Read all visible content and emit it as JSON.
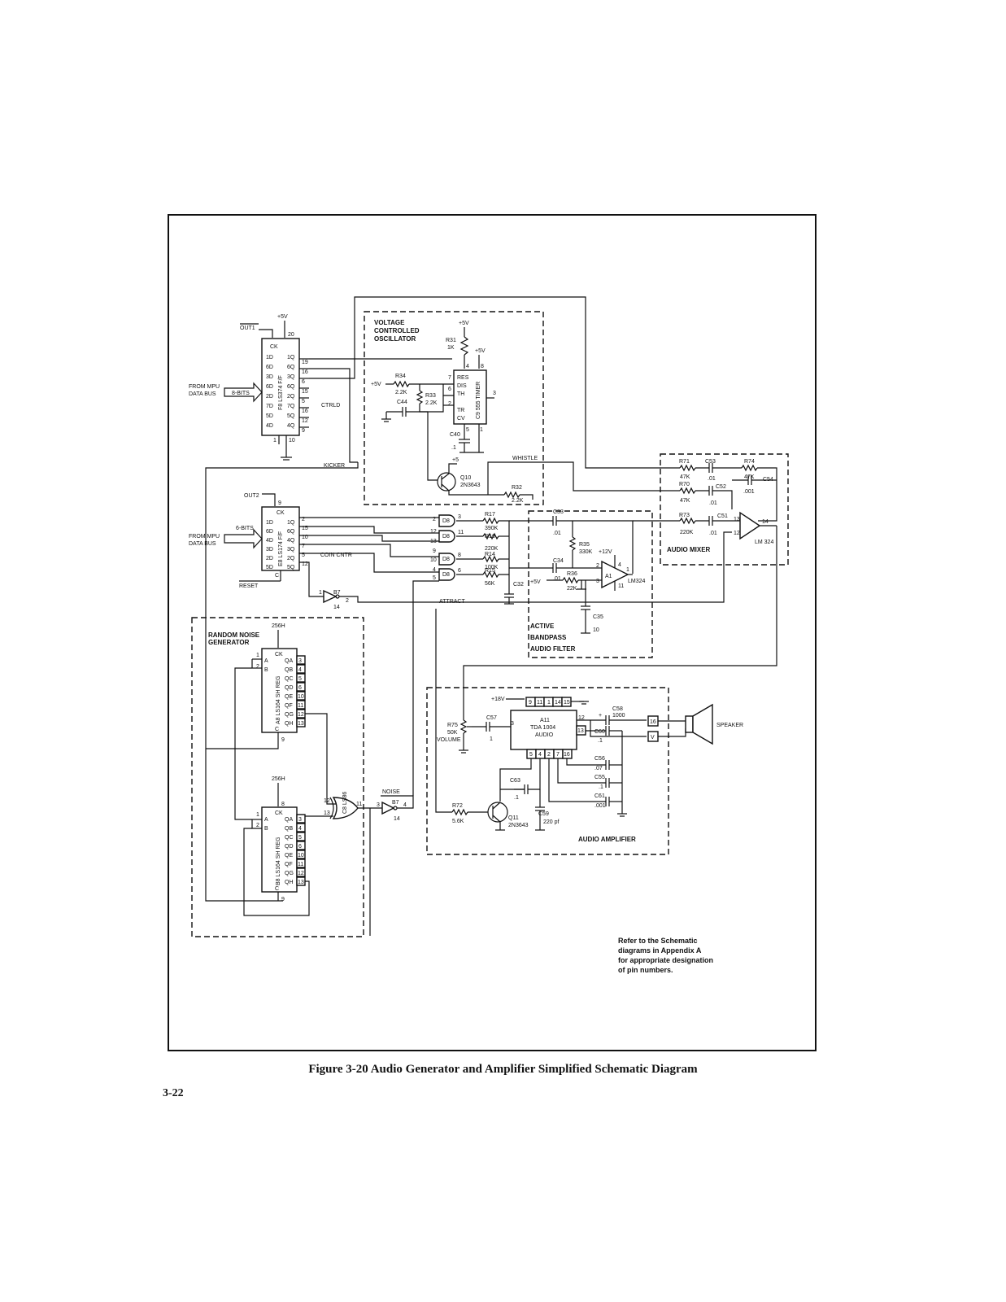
{
  "figure": {
    "caption": "Figure 3-20   Audio Generator and Amplifier Simplified Schematic Diagram",
    "page_number": "3-22",
    "note": [
      "Refer to the Schematic",
      "diagrams in Appendix A",
      "for appropriate designation",
      "of pin numbers."
    ]
  },
  "latch_top": {
    "vcc": "+5V",
    "pin_vcc": "20",
    "signal_ck": "OUT1",
    "part": "F8 LS374 F/F",
    "ck": "CK",
    "d_pins": [
      "1D",
      "6D",
      "3D",
      "6D",
      "2D",
      "7D",
      "5D",
      "4D"
    ],
    "q_pins": [
      "1Q",
      "6Q",
      "3Q",
      "6Q",
      "2Q",
      "7Q",
      "5Q",
      "4Q"
    ],
    "out_pins": [
      "19",
      "16",
      "6",
      "15",
      "5",
      "16",
      "12",
      "9"
    ],
    "gnd_pins": [
      "1",
      "10"
    ],
    "input_label": [
      "FROM MPU",
      "DATA BUS"
    ],
    "bus": "8-BITS",
    "ctrld": "CTRLD",
    "kicker": "KICKER"
  },
  "vco": {
    "title": [
      "VOLTAGE",
      "CONTROLLED",
      "OSCILLATOR"
    ],
    "vcc": "+5V",
    "r31": [
      "R31",
      "1K"
    ],
    "vcc2": "+5V",
    "r34": [
      "R34",
      "2.2K"
    ],
    "r33": [
      "R33",
      "2.2K"
    ],
    "c44": "C44",
    "vin": "+5V",
    "timer": "C9 555 TIMER",
    "pins_left": [
      "RES",
      "DIS",
      "TH",
      "TR",
      "CV"
    ],
    "pin_nums": [
      "4",
      "8",
      "7",
      "6",
      "2",
      "5",
      "1",
      "3"
    ],
    "c40": [
      "C40",
      ".1"
    ],
    "q10": [
      "Q10",
      "2N3643"
    ],
    "q_vcc": "+5",
    "r32": [
      "R32",
      "2.2K"
    ],
    "whistle": "WHISTLE"
  },
  "latch_bottom": {
    "signal_ck": "OUT2",
    "ck": "CK",
    "part": "E8 LS174 F/F",
    "d_pins": [
      "1D",
      "6D",
      "4D",
      "3D",
      "2D",
      "5D"
    ],
    "q_pins": [
      "1Q",
      "6Q",
      "4Q",
      "3Q",
      "2Q",
      "5Q"
    ],
    "out_pins": [
      "2",
      "15",
      "10",
      "7",
      "5",
      "12"
    ],
    "input_label": [
      "FROM MPU",
      "DATA BUS"
    ],
    "bus": "6-BITS",
    "pin_ck": "9",
    "clr": "C",
    "reset": "RESET",
    "coin": "COIN CNTR"
  },
  "gates": {
    "nand": [
      "D8",
      "D8",
      "D8",
      "D8"
    ],
    "pins": [
      "2",
      "3",
      "12",
      "11",
      "13",
      "9",
      "8",
      "10",
      "4",
      "6",
      "5"
    ],
    "inverter": "B7",
    "inv_pins": [
      "1",
      "2",
      "14"
    ],
    "attract": "ATTRACT"
  },
  "resistors_mid": {
    "r17": [
      "R17",
      "390K"
    ],
    "r16": [
      "R16",
      "220K"
    ],
    "r14": [
      "R14",
      "100K"
    ],
    "r15": [
      "R15",
      "56K"
    ],
    "c32": "C32"
  },
  "bandpass": {
    "title": [
      "ACTIVE",
      "BANDPASS",
      "AUDIO FILTER"
    ],
    "c33": [
      "C33",
      ".01"
    ],
    "r35": [
      "R35",
      "330K"
    ],
    "c34": [
      "C34",
      ".01"
    ],
    "r36": [
      "R36",
      "22K"
    ],
    "vin": "+5V",
    "vcc": "+12V",
    "opamp": "LM324",
    "opamp_id": "A1",
    "pins": [
      "2",
      "3",
      "4",
      "1",
      "11"
    ],
    "c35": [
      "C35",
      "10"
    ]
  },
  "mixer": {
    "title": "AUDIO MIXER",
    "r71": [
      "R71",
      "47K"
    ],
    "c53": [
      "C53",
      ".01"
    ],
    "r74": [
      "R74",
      "47K"
    ],
    "c54": "C54",
    "r70": [
      "R70",
      "47K"
    ],
    "c52": [
      "C52",
      ".01"
    ],
    "c52b": ".001",
    "r73": [
      "R73",
      "220K"
    ],
    "c51": [
      "C51",
      ".01"
    ],
    "opamp": "LM 324",
    "pins": [
      "13",
      "12",
      "14"
    ]
  },
  "noise": {
    "title": [
      "RANDOM NOISE",
      "GENERATOR"
    ],
    "clk": "256H",
    "reg_top": "A8 LS164 SH REG",
    "reg_bottom": "B8 LS164 SH REG",
    "inputs": [
      "A",
      "B"
    ],
    "in_pins": [
      "1",
      "2"
    ],
    "outputs": [
      "QA",
      "QB",
      "QC",
      "QD",
      "QE",
      "QF",
      "QG",
      "QH"
    ],
    "out_pins": [
      "3",
      "4",
      "5",
      "6",
      "10",
      "11",
      "12",
      "13"
    ],
    "ck": "CK",
    "clr": "C",
    "pin_ck": "8",
    "pin_clr": "9",
    "xor": "C8 LS86",
    "xor_pins": [
      "12",
      "13",
      "11"
    ],
    "inv": "B7",
    "inv_pins": [
      "3",
      "4",
      "14"
    ],
    "label": "NOISE"
  },
  "amplifier": {
    "title": "AUDIO AMPLIFIER",
    "vcc": "+18V",
    "top_pins": [
      "9",
      "11",
      "1",
      "14",
      "15"
    ],
    "chip": [
      "A11",
      "TDA 1004",
      "AUDIO"
    ],
    "pins": [
      "3",
      "12",
      "13",
      "5",
      "4",
      "2",
      "7",
      "16"
    ],
    "r75": [
      "R75",
      "50K",
      "VOLUME"
    ],
    "c57": [
      "C57",
      "1"
    ],
    "c58": [
      "C58",
      "1000"
    ],
    "c60": [
      "C60",
      ".1"
    ],
    "c56": [
      "C56",
      ".07"
    ],
    "c55": [
      "C55",
      ".1"
    ],
    "c61": [
      "C61",
      ".001"
    ],
    "c63": [
      "C63",
      ".1"
    ],
    "c59": [
      "C59",
      "220 pf"
    ],
    "r72": [
      "R72",
      "5.6K"
    ],
    "q11": [
      "Q11",
      "2N3643"
    ],
    "conn": [
      "16",
      "V"
    ],
    "speaker": "SPEAKER",
    "plus": "+"
  }
}
